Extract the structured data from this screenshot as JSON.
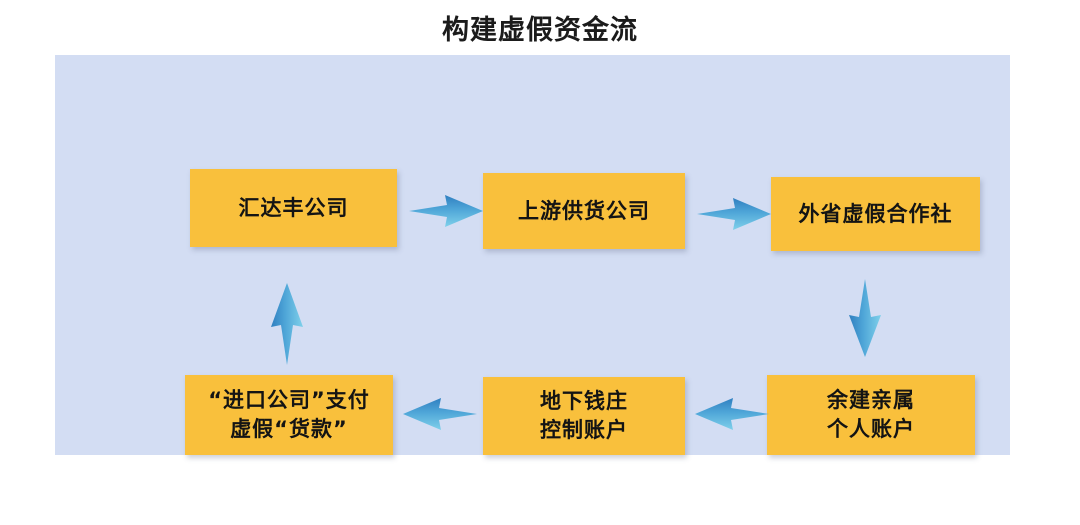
{
  "title": "构建虚假资金流",
  "colors": {
    "panel_bg": "#d3ddf3",
    "node_fill": "#f9c03c",
    "node_text": "#141414",
    "arrow_light": "#6fc4e8",
    "arrow_dark": "#2f6fa8",
    "page_bg": "#ffffff",
    "title_text": "#1b1b1b"
  },
  "diagram": {
    "type": "flow",
    "nodes": [
      {
        "id": "huidafeng",
        "label": "汇达丰公司",
        "row": "top",
        "col": 1
      },
      {
        "id": "supplier",
        "label": "上游供货公司",
        "row": "top",
        "col": 2
      },
      {
        "id": "fake_coop",
        "label": "外省虚假合作社",
        "row": "top",
        "col": 3
      },
      {
        "id": "import_payment",
        "label_line1": "“进口公司”支付",
        "label_line2": "虚假“货款”",
        "row": "bottom",
        "col": 1
      },
      {
        "id": "underground",
        "label_line1": "地下钱庄",
        "label_line2": "控制账户",
        "row": "bottom",
        "col": 2
      },
      {
        "id": "relative_acct",
        "label_line1": "余建亲属",
        "label_line2": "个人账户",
        "row": "bottom",
        "col": 3
      }
    ],
    "arrows": [
      {
        "id": "arrow-1",
        "from": "huidafeng",
        "to": "supplier",
        "direction": "right"
      },
      {
        "id": "arrow-2",
        "from": "supplier",
        "to": "fake_coop",
        "direction": "right"
      },
      {
        "id": "arrow-3",
        "from": "fake_coop",
        "to": "relative_acct",
        "direction": "down"
      },
      {
        "id": "arrow-4",
        "from": "relative_acct",
        "to": "underground",
        "direction": "left"
      },
      {
        "id": "arrow-5",
        "from": "underground",
        "to": "import_payment",
        "direction": "left"
      },
      {
        "id": "arrow-6",
        "from": "import_payment",
        "to": "huidafeng",
        "direction": "up"
      }
    ]
  }
}
